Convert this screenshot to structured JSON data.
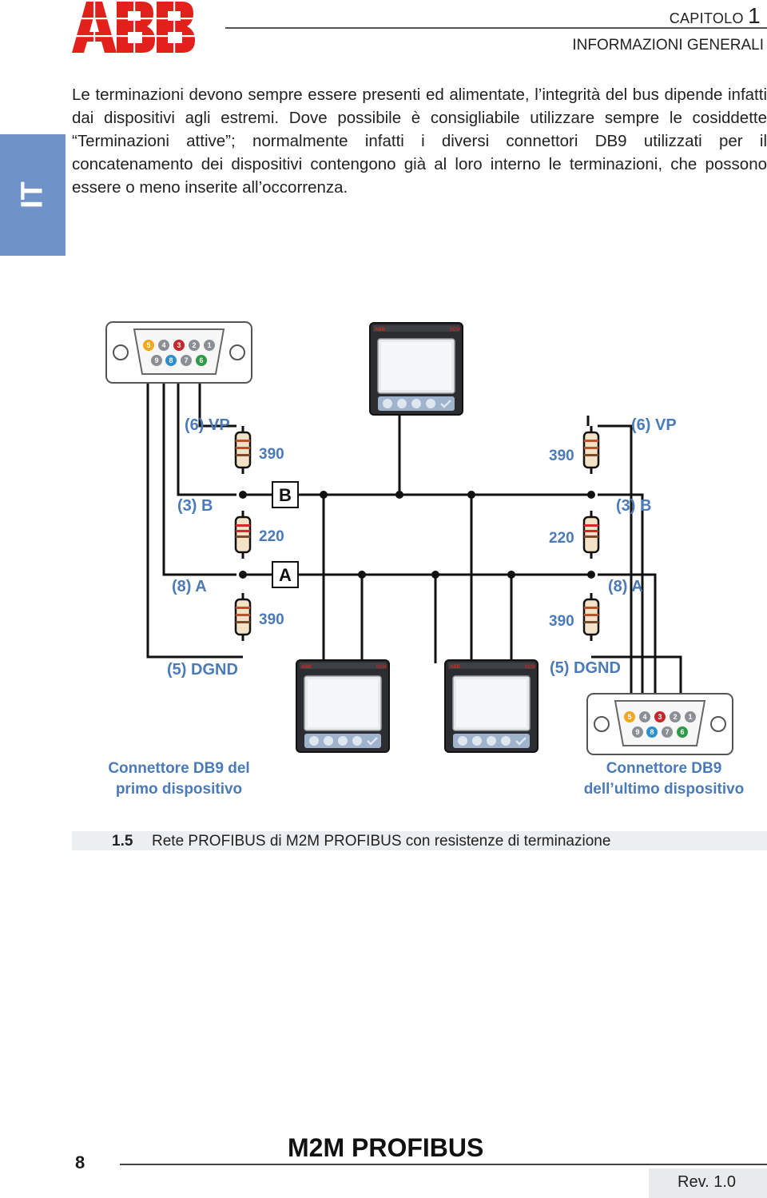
{
  "header": {
    "logo_text": "ABB",
    "chapter_label": "CAPITOLO",
    "chapter_number": "1",
    "section_title": "INFORMAZIONI GENERALI"
  },
  "language_tab": "IT",
  "body_text": "Le terminazioni devono sempre essere presenti ed alimentate, l’integrità del bus dipende infatti dai dispositivi agli estremi. Dove possibile è consigliabile utilizzare sempre le cosiddette “Terminazioni attive”; normalmente infatti i diversi connettori DB9 utilizzati per il concatenamento dei dispositivi contengono già al loro interno le terminazioni, che possono essere o meno inserite all’occorrenza.",
  "diagram": {
    "left_labels": {
      "vp": "(6) VP",
      "b": "(3) B",
      "a": "(8) A",
      "dgnd": "(5) DGND"
    },
    "right_labels": {
      "vp": "(6) VP",
      "b": "(3) B",
      "a": "(8) A",
      "dgnd": "(5) DGND"
    },
    "resistor_values": {
      "top": "390",
      "middle": "220",
      "bottom": "390"
    },
    "bus_labels": {
      "b": "B",
      "a": "A"
    },
    "connector_pins_top": [
      "5",
      "4",
      "3",
      "2",
      "1"
    ],
    "connector_pins_bottom": [
      "9",
      "8",
      "7",
      "6"
    ],
    "device_brand": "ABB",
    "device_model": "M2M",
    "caption_left": [
      "Connettore DB9 del",
      "primo dispositivo"
    ],
    "caption_right": [
      "Connettore DB9",
      "dell’ultimo dispositivo"
    ]
  },
  "figure": {
    "number": "1.5",
    "caption": "Rete PROFIBUS di M2M PROFIBUS con resistenze di terminazione"
  },
  "footer": {
    "page_number": "8",
    "product": "M2M PROFIBUS",
    "revision": "Rev. 1.0"
  },
  "colors": {
    "abb_red": "#e2211c",
    "accent_blue": "#4a7ab8",
    "tab_blue": "#6f93c9"
  }
}
